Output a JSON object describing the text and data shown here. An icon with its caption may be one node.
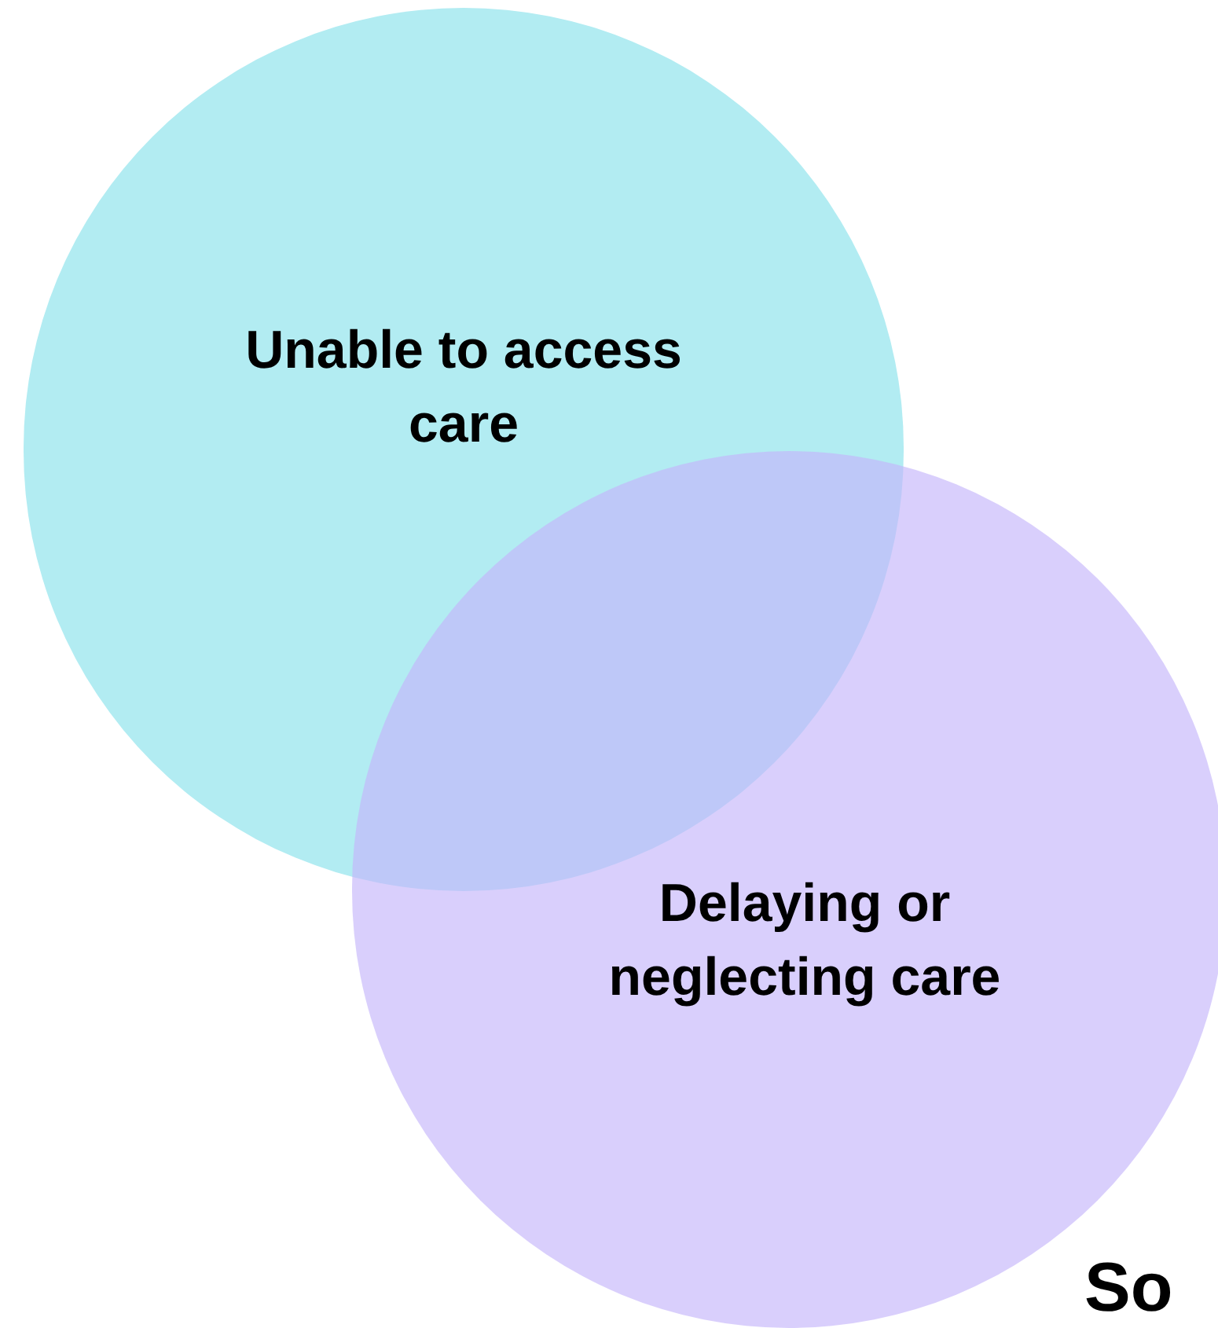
{
  "diagram": {
    "nodes": [
      {
        "text": [
          "Unable to access care"
        ]
      },
      {
        "text": [
          "Delaying or neglecting care"
        ]
      }
    ],
    "labels": [
      "So"
    ]
  }
}
